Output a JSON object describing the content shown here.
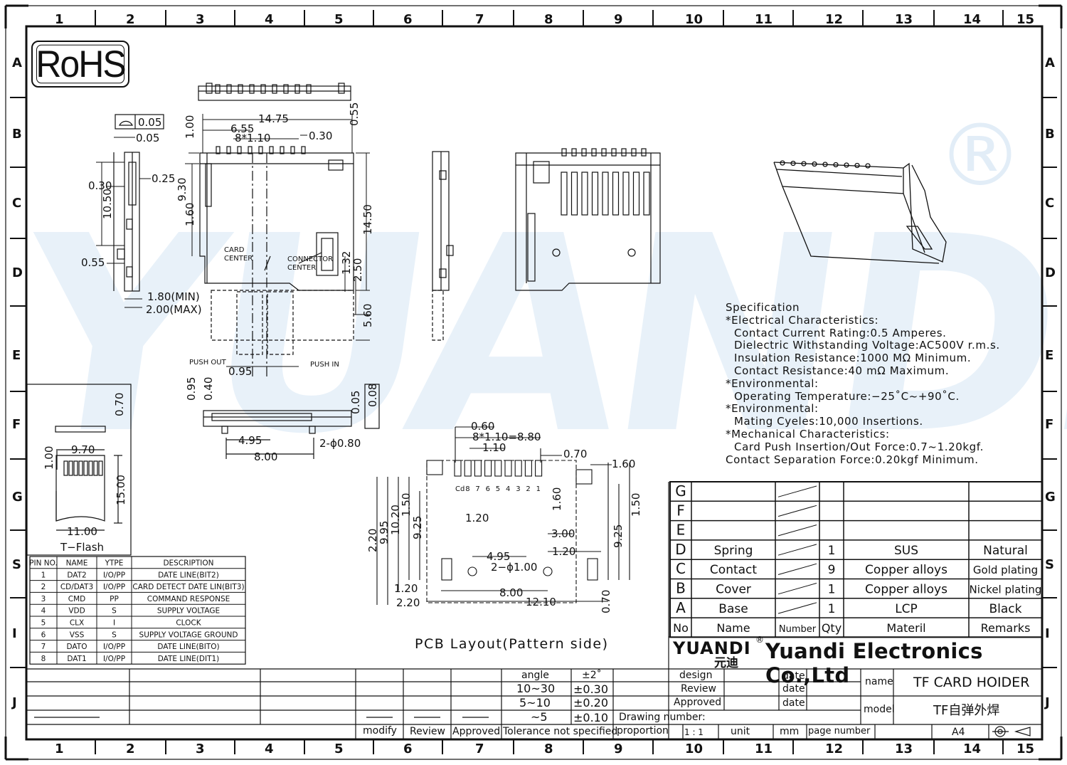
{
  "frame": {
    "columns": [
      "1",
      "2",
      "3",
      "4",
      "5",
      "6",
      "7",
      "8",
      "9",
      "10",
      "11",
      "12",
      "13",
      "14",
      "15"
    ],
    "rows_left": [
      "A",
      "B",
      "C",
      "D",
      "E",
      "F",
      "G",
      "S",
      "I",
      "J"
    ],
    "rows_right": [
      "A",
      "B",
      "C",
      "D",
      "E",
      "F",
      "G",
      "S",
      "I",
      "J"
    ]
  },
  "rohs_label": "RoHS",
  "watermark_text": "YUANDI",
  "watermark_reg": "®",
  "dimensions": {
    "flatness_box": "0.05",
    "d_005": "0.05",
    "d_1475": "14.75",
    "d_655": "6.55",
    "d_8x110": "8*1.10",
    "d_030": "0.30",
    "d_100": "1.00",
    "d_055a": "0.55",
    "d_025": "0.25",
    "d_030b": "0.30",
    "d_1050": "10.50",
    "d_930": "9.30",
    "d_160": "1.60",
    "d_1450": "14.50",
    "d_055b": "0.55",
    "d_132": "1.32",
    "d_250": "2.50",
    "d_180min": "1.80(MIN)",
    "d_200max": "2.00(MAX)",
    "d_560": "5.60",
    "card_center": "CARD",
    "card_center2": "CENTER",
    "conn_center": "CONNECTOR",
    "conn_center2": "CENTER",
    "push_out": "PUSH OUT",
    "push_in": "PUSH IN",
    "d_095": "0.95",
    "d_095b": "0.95",
    "d_040": "0.40",
    "d_008": "0.08",
    "d_005b": "0.05",
    "d_495": "4.95",
    "d_800": "8.00",
    "d_2phi080": "2-ϕ0.80",
    "tf_070": "0.70",
    "tf_970": "9.70",
    "tf_100": "1.00",
    "tf_1500": "15.00",
    "tf_1100": "11.00",
    "tf_label": "T−Flash",
    "pcb_060": "0.60",
    "pcb_8x110": "8*1.10=8.80",
    "pcb_110": "1.10",
    "pcb_070": "0.70",
    "pcb_160": "1.60",
    "pcb_160b": "1.60",
    "pcb_120": "1.20",
    "pcb_150": "1.50",
    "pcb_150b": "1.50",
    "pcb_1020": "10.20",
    "pcb_995": "9.95",
    "pcb_220": "2.20",
    "pcb_925": "9.25",
    "pcb_925b": "9.25",
    "pcb_300": "3.00",
    "pcb_120b": "1.20",
    "pcb_495": "4.95",
    "pcb_2phi100": "2−ϕ1.00",
    "pcb_120c": "1.20",
    "pcb_800": "8.00",
    "pcb_220b": "2.20",
    "pcb_1210": "12.10",
    "pcb_070b": "0.70",
    "pin_labels": [
      "Cd",
      "8",
      "7",
      "6",
      "5",
      "4",
      "3",
      "2",
      "1"
    ]
  },
  "pcb_title": "PCB  Layout(Pattern  side)",
  "specification": {
    "lines": [
      {
        "text": "Specification",
        "indent": false
      },
      {
        "text": "*Electrical  Characteristics:",
        "indent": false
      },
      {
        "text": "Contact  Current  Rating:0.5  Amperes.",
        "indent": true
      },
      {
        "text": "Dielectric  Withstanding  Voltage:AC500V  r.m.s.",
        "indent": true
      },
      {
        "text": "Insulation  Resistance:1000  MΩ  Minimum.",
        "indent": true
      },
      {
        "text": "Contact  Resistance:40  mΩ  Maximum.",
        "indent": true
      },
      {
        "text": "*Environmental:",
        "indent": false
      },
      {
        "text": "Operating  Temperature:−25˚C~+90˚C.",
        "indent": true
      },
      {
        "text": "*Environmental:",
        "indent": false
      },
      {
        "text": "Mating  Cyeles:10,000  Insertions.",
        "indent": true
      },
      {
        "text": "*Mechanical  Characteristics:",
        "indent": false
      },
      {
        "text": "Card  Push  Insertion/Out  Force:0.7~1.20kgf.",
        "indent": true
      },
      {
        "text": "Contact  Separation  Force:0.20kgf  Minimum.",
        "indent": false
      }
    ]
  },
  "pin_table": {
    "headers": [
      "PIN NO.",
      "NAME",
      "YTPE",
      "DESCRIPTION"
    ],
    "rows": [
      [
        "1",
        "DAT2",
        "I/O/PP",
        "DATE LINE(BIT2)"
      ],
      [
        "2",
        "CD/DAT3",
        "I/O/PP",
        "CARD DETECT DATE LIN(BIT3)"
      ],
      [
        "3",
        "CMD",
        "PP",
        "COMMAND RESPONSE"
      ],
      [
        "4",
        "VDD",
        "S",
        "SUPPLY VOLTAGE"
      ],
      [
        "5",
        "CLX",
        "I",
        "CLOCK"
      ],
      [
        "6",
        "VSS",
        "S",
        "SUPPLY VOLTAGE GROUND"
      ],
      [
        "7",
        "DATO",
        "I/O/PP",
        "DATE LINE(BITO)"
      ],
      [
        "8",
        "DAT1",
        "I/O/PP",
        "DATE LINE(DIT1)"
      ]
    ]
  },
  "bom": {
    "rows": [
      [
        "G",
        "",
        "",
        "",
        "",
        ""
      ],
      [
        "F",
        "",
        "",
        "",
        "",
        ""
      ],
      [
        "E",
        "",
        "",
        "",
        "",
        ""
      ],
      [
        "D",
        "Spring",
        "",
        "1",
        "SUS",
        "Natural"
      ],
      [
        "C",
        "Contact",
        "",
        "9",
        "Copper alloys",
        "Gold plating"
      ],
      [
        "B",
        "Cover",
        "",
        "1",
        "Copper alloys",
        "Nickel plating"
      ],
      [
        "A",
        "Base",
        "",
        "1",
        "LCP",
        "Black"
      ]
    ],
    "header": [
      "No",
      "Name",
      "Number",
      "Qty",
      "Materil",
      "Remarks"
    ]
  },
  "brand": "YUANDI",
  "brand_cn": "元迪",
  "brand_reg": "®",
  "company": "Yuandi Electronics Co.,Ltd",
  "title_block": {
    "design": "design",
    "review": "Review",
    "approved": "Approved",
    "date1": "date",
    "date2": "date",
    "date3": "date",
    "name_label": "name",
    "name_value": "TF CARD HOIDER",
    "model_label": "model",
    "model_value": "TF自弹外焊",
    "drawing_number": "Drawing number:",
    "proportion": "proportion",
    "scale": "1 : 1",
    "unit": "unit",
    "mm": "mm",
    "page_number": "page number",
    "sheet": "A4"
  },
  "tolerance": {
    "angle": "angle",
    "angle_tol": "±2˚",
    "r1": "10~30",
    "r1_tol": "±0.30",
    "r2": "5~10",
    "r2_tol": "±0.20",
    "r3": "~5",
    "r3_tol": "±0.10",
    "modify": "modify",
    "review": "Review",
    "approved": "Approved",
    "not_specified": "Tolerance not specified"
  }
}
